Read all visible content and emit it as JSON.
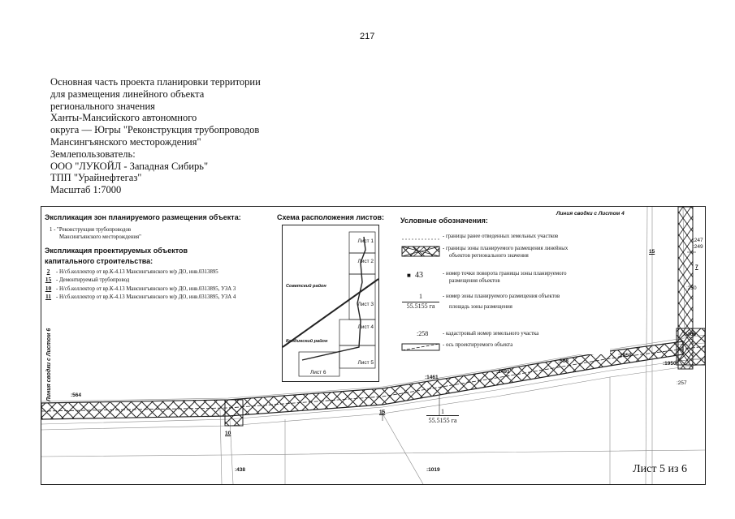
{
  "page_number": "217",
  "title_lines": [
    "Основная часть проекта планировки территории",
    "для размещения линейного объекта",
    "регионального значения",
    "Ханты-Мансийского автономного",
    "округа — Югры \"Реконструкция трубопроводов",
    "Мансингъянского месторождения\"",
    "Землепользователь:",
    "ООО \"ЛУКОЙЛ - Западная Сибирь\"",
    "ТПП \"Урайнефтегаз\"",
    "Масштаб 1:7000"
  ],
  "explication": {
    "zones_title": "Экспликация зон планируемого размещения объекта:",
    "zones_item_1": "1 - \"Реконструкция трубопроводов",
    "zones_item_2": "Мансингъянского месторождения\"",
    "objects_title_1": "Экспликация проектируемых объектов",
    "objects_title_2": "капитального строительства:",
    "objects": [
      {
        "num": "2",
        "text": "- Н/сб.коллектор от вр.К-4.13 Мансингъянского м/р ДО, инв.0313895"
      },
      {
        "num": "15",
        "text": "- Демонтируемый трубопровод"
      },
      {
        "num": "10",
        "text": "- Н/сб.коллектор от вр.К-4.13 Мансингъянского м/р ДО, инв.0313895, УЗА 3"
      },
      {
        "num": "11",
        "text": "- Н/сб.коллектор от вр.К-4.13 Мансингъянского м/р ДО, инв.0313895, УЗА 4"
      }
    ]
  },
  "scheme": {
    "title": "Схема расположения листов:",
    "sheets": [
      "Лист 1",
      "Лист 2",
      "Лист 3",
      "Лист 4",
      "Лист 5",
      "Лист 6"
    ],
    "district_1": "Советский район",
    "district_2": "Кондинский район"
  },
  "legend": {
    "title": "Условные обозначения:",
    "items": [
      {
        "text": "- границы ранее отведенных земельных участков"
      },
      {
        "text": "- границы зоны планируемого размещения линейных"
      },
      {
        "text": "объектов регионального значения"
      },
      {
        "symbol": "43",
        "text": "- номер точки поворота границы зоны планируемого"
      },
      {
        "text": "размещения объектов"
      },
      {
        "text": "- номер зоны планируемого размещения объектов"
      },
      {
        "symbol_top": "1",
        "symbol_bottom": "55.5155 га",
        "text": "площадь зоны размещения"
      },
      {
        "symbol": ":258",
        "text": "- кадастровый номер земельного участка"
      },
      {
        "text": "- ось проектируемого объекта"
      }
    ]
  },
  "map_labels": {
    "match_line_4": "Линия сводки с Листом 4",
    "match_line_6": "Линия сводки с Листом 6",
    "zone_num": "1",
    "zone_area": "55.5155 га",
    "sheet_label": "Лист 5 из 6",
    "cadastral": [
      ":564",
      ":508",
      ":1950",
      ":1950",
      ":1461",
      ":1491",
      ":466",
      ":438",
      ":1019",
      ":247",
      ":249",
      ":250",
      ":257"
    ],
    "object_nums": [
      "15",
      "7",
      "15",
      "10"
    ]
  },
  "colors": {
    "ink": "#111111",
    "line": "#222222",
    "grey": "#8a8a8a"
  }
}
